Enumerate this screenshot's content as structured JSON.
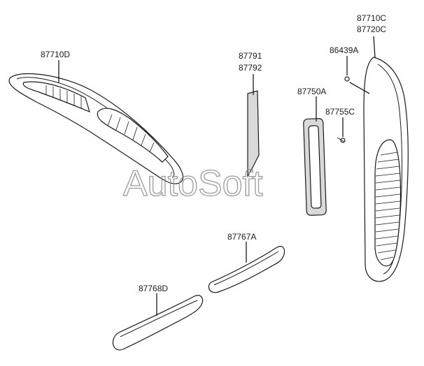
{
  "labels": {
    "p87710D": "87710D",
    "p87791": "87791",
    "p87792": "87792",
    "p87750A": "87750A",
    "p86439A": "86439A",
    "p87755C": "87755C",
    "p87710C": "87710C",
    "p87720C": "87720C",
    "p87767A": "87767A",
    "p87768D": "87768D"
  },
  "watermark": "AutoSoft",
  "colors": {
    "ink": "#1a1a1a",
    "fill_gray": "#d9d9d9",
    "watermark": "#8a8a8a"
  }
}
